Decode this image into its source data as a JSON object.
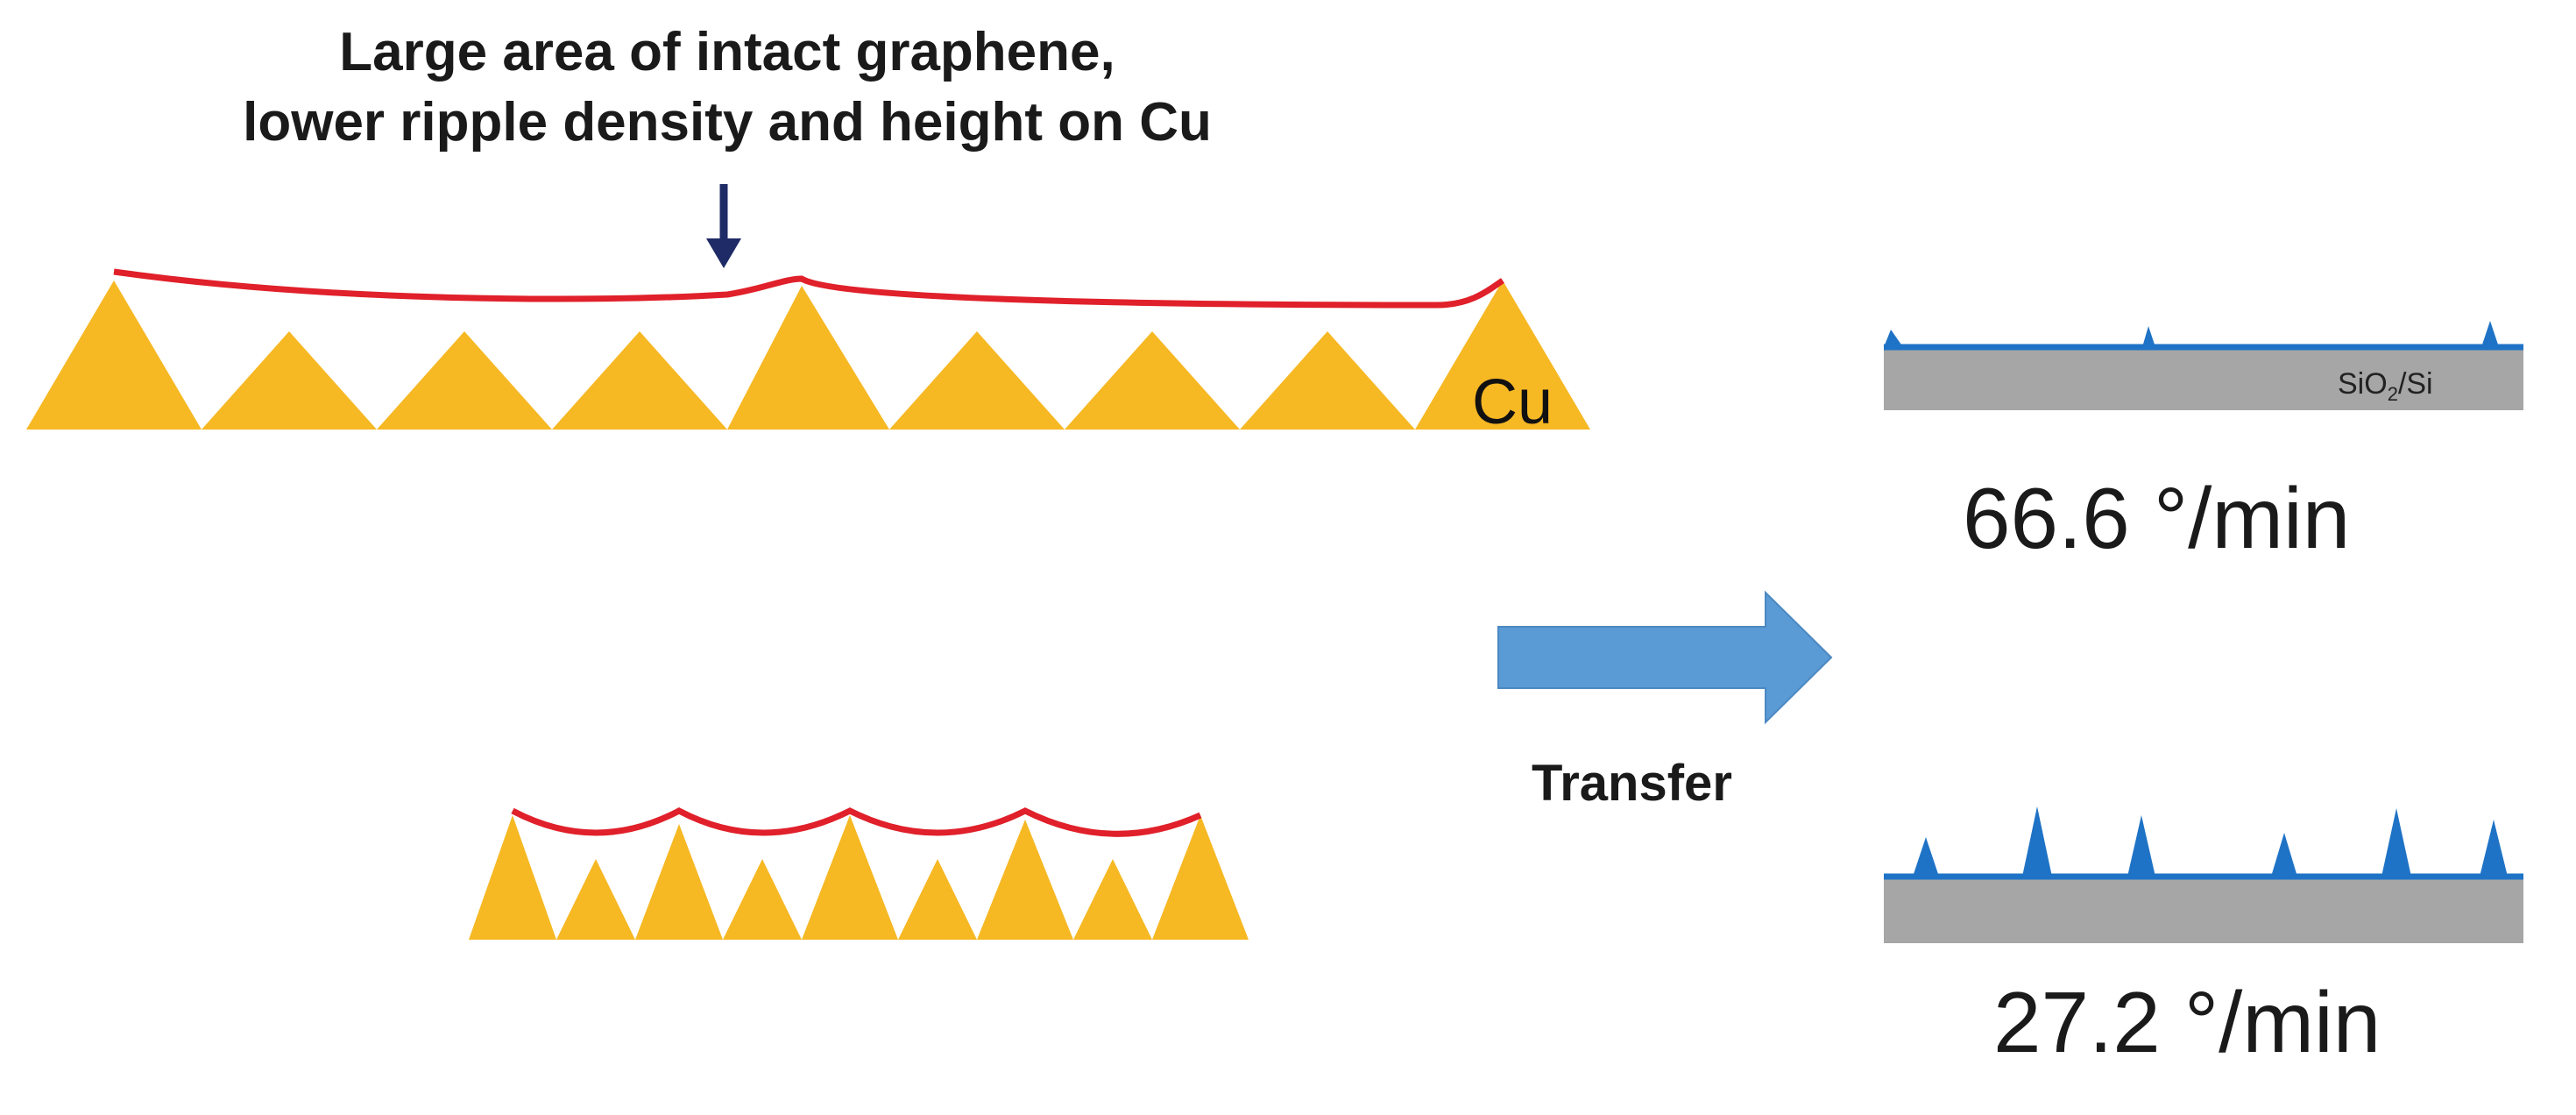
{
  "headline": {
    "line1": "Large area of intact graphene,",
    "line2": "lower ripple density and height on Cu"
  },
  "labels": {
    "cu": "Cu",
    "transfer": "Transfer",
    "substrate_main": "SiO",
    "substrate_sub": "2",
    "substrate_tail": "/Si",
    "rate_top": "66.6 °/min",
    "rate_bottom": "27.2 °/min"
  },
  "colors": {
    "copper": "#F6B823",
    "graphene_on_cu": "#E0202A",
    "graphene_on_substrate": "#1F73C6",
    "substrate": "#A6A6A6",
    "arrow": "#5A9AD5",
    "pointer": "#1F2B66"
  }
}
